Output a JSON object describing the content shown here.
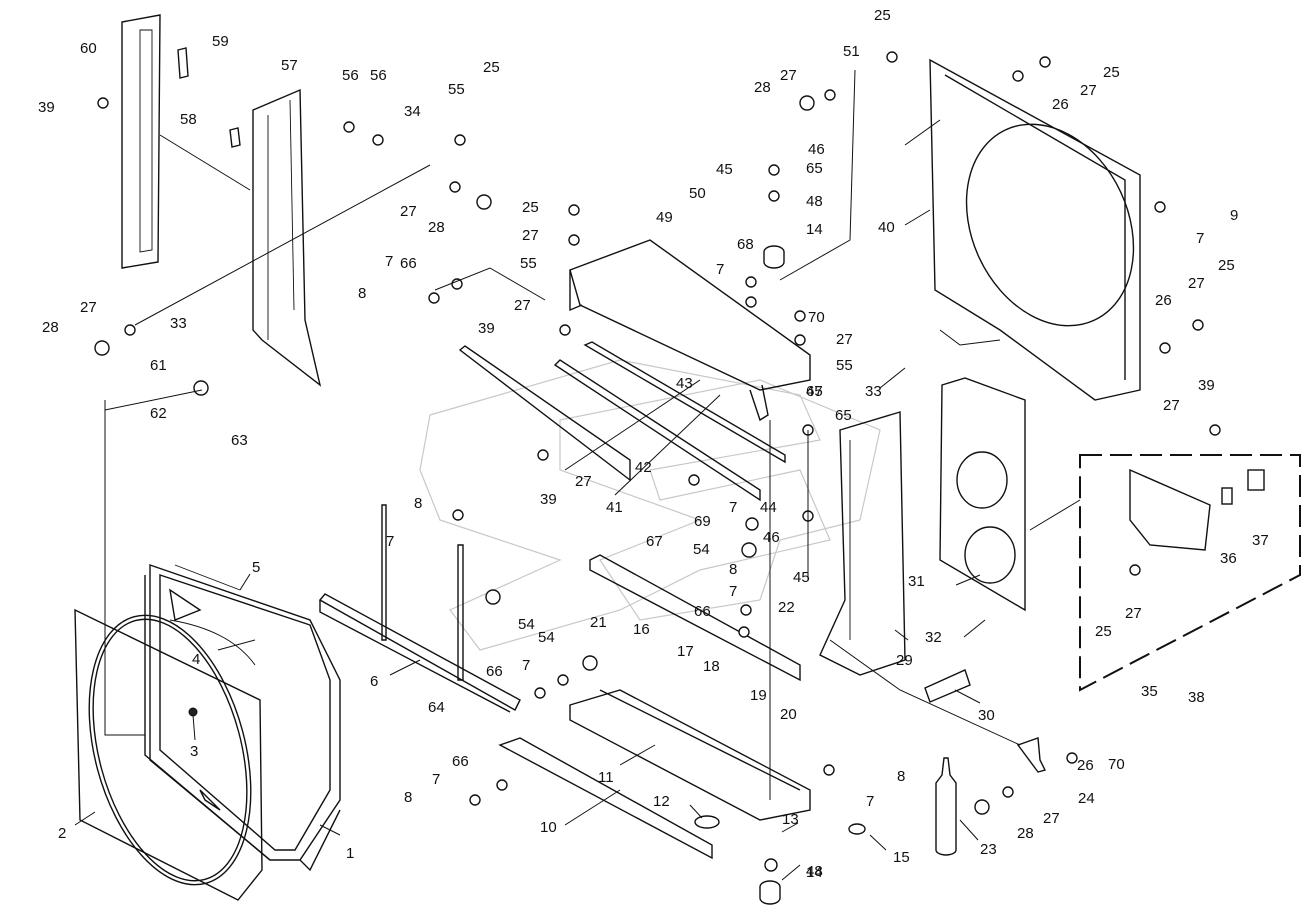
{
  "diagram": {
    "callouts": [
      "1",
      "2",
      "3",
      "4",
      "5",
      "6",
      "7",
      "8",
      "9",
      "10",
      "11",
      "12",
      "13",
      "14",
      "15",
      "16",
      "17",
      "18",
      "19",
      "20",
      "21",
      "22",
      "23",
      "24",
      "25",
      "26",
      "27",
      "28",
      "29",
      "30",
      "31",
      "32",
      "33",
      "34",
      "35",
      "36",
      "37",
      "38",
      "39",
      "40",
      "41",
      "42",
      "43",
      "44",
      "45",
      "46",
      "47",
      "48",
      "49",
      "50",
      "51",
      "54",
      "55",
      "56",
      "57",
      "58",
      "59",
      "60",
      "61",
      "62",
      "63",
      "64",
      "65",
      "66",
      "67",
      "68",
      "69",
      "70"
    ]
  }
}
